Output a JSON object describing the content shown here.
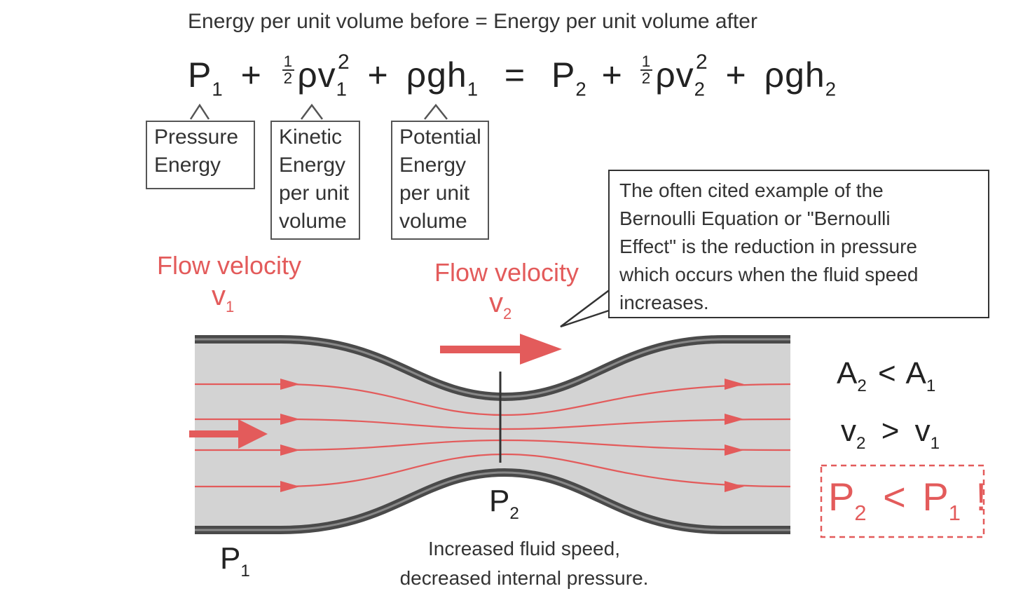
{
  "header": "Energy per unit volume before = Energy per unit volume after",
  "equation": {
    "left": {
      "P": "P",
      "P_sub": "1",
      "plus1": "+",
      "half_num": "1",
      "half_den": "2",
      "rho_v": "ρv",
      "v_sub": "1",
      "v_sup": "2",
      "plus2": "+",
      "rhogh": "ρgh",
      "h_sub": "1"
    },
    "equals": "=",
    "right": {
      "P": "P",
      "P_sub": "2",
      "plus1": "+",
      "half_num": "1",
      "half_den": "2",
      "rho_v": "ρv",
      "v_sub": "2",
      "v_sup": "2",
      "plus2": "+",
      "rhogh": "ρgh",
      "h_sub": "2"
    }
  },
  "term_boxes": {
    "pressure": [
      "Pressure",
      "Energy"
    ],
    "kinetic": [
      "Kinetic",
      "Energy",
      "per unit",
      "volume"
    ],
    "potential": [
      "Potential",
      "Energy",
      "per unit",
      "volume"
    ]
  },
  "callout": [
    "The often cited example of the",
    "Bernoulli Equation or \"Bernoulli",
    "Effect\" is the reduction in pressure",
    "which occurs when the fluid speed",
    "increases."
  ],
  "flow1": {
    "title": "Flow velocity",
    "v": "v",
    "sub": "1"
  },
  "flow2": {
    "title": "Flow velocity",
    "v": "v",
    "sub": "2"
  },
  "relations": {
    "area": {
      "a": "A",
      "a_sub": "2",
      "op": "<",
      "b": "A",
      "b_sub": "1"
    },
    "velocity": {
      "a": "v",
      "a_sub": "2",
      "op": ">",
      "b": "v",
      "b_sub": "1"
    },
    "pressure": {
      "a": "P",
      "a_sub": "2",
      "op": "<",
      "b": "P",
      "b_sub": "1",
      "bang": "!"
    }
  },
  "point_labels": {
    "p1": {
      "p": "P",
      "sub": "1"
    },
    "p2": {
      "p": "P",
      "sub": "2"
    }
  },
  "caption": [
    "Increased fluid speed,",
    "decreased internal pressure."
  ],
  "colors": {
    "accent_red": "#e35b5b",
    "pipe_fill": "#d3d3d3",
    "pipe_wall": "#4a4a4a",
    "box_border": "#555555"
  }
}
